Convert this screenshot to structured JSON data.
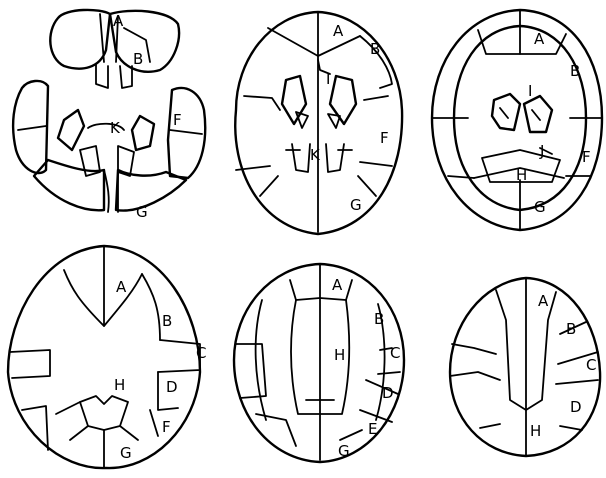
{
  "slices": [
    {
      "id": "slice-1",
      "labels": [
        {
          "text": "A"
        },
        {
          "text": "B"
        },
        {
          "text": "K"
        },
        {
          "text": "F"
        },
        {
          "text": "G"
        }
      ]
    },
    {
      "id": "slice-2",
      "labels": [
        {
          "text": "A"
        },
        {
          "text": "B"
        },
        {
          "text": "I"
        },
        {
          "text": "K"
        },
        {
          "text": "F"
        },
        {
          "text": "G"
        }
      ]
    },
    {
      "id": "slice-3",
      "labels": [
        {
          "text": "A"
        },
        {
          "text": "B"
        },
        {
          "text": "I"
        },
        {
          "text": "J"
        },
        {
          "text": "F"
        },
        {
          "text": "H"
        },
        {
          "text": "G"
        }
      ]
    },
    {
      "id": "slice-4",
      "labels": [
        {
          "text": "A"
        },
        {
          "text": "B"
        },
        {
          "text": "C"
        },
        {
          "text": "H"
        },
        {
          "text": "D"
        },
        {
          "text": "F"
        },
        {
          "text": "G"
        }
      ]
    },
    {
      "id": "slice-5",
      "labels": [
        {
          "text": "A"
        },
        {
          "text": "B"
        },
        {
          "text": "H"
        },
        {
          "text": "C"
        },
        {
          "text": "D"
        },
        {
          "text": "E"
        },
        {
          "text": "G"
        }
      ]
    },
    {
      "id": "slice-6",
      "labels": [
        {
          "text": "A"
        },
        {
          "text": "B"
        },
        {
          "text": "C"
        },
        {
          "text": "H"
        },
        {
          "text": "D"
        }
      ]
    }
  ]
}
